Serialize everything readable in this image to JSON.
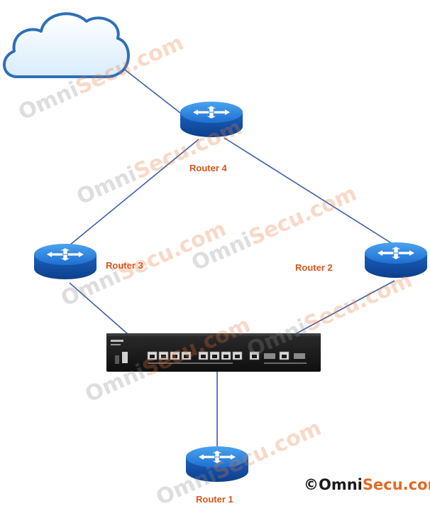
{
  "colors": {
    "label_orange": "#d8561a",
    "link_blue": "#3b5fa8",
    "router_blue": "#1f6fd1",
    "watermark_gray": "#8c8c8c",
    "watermark_orange": "#e8793a"
  },
  "icons": {
    "cloud": "cloud-icon",
    "router": "router-icon",
    "switch": "switch-icon"
  },
  "nodes": {
    "router4": {
      "label": "Router 4"
    },
    "router3": {
      "label": "Router 3"
    },
    "router2": {
      "label": "Router 2"
    },
    "router1": {
      "label": "Router 1"
    }
  },
  "watermark": {
    "part1": "Omni",
    "part2": "Secu.com"
  },
  "copyright": {
    "symbol": "©",
    "part1": "Omni",
    "part2": "Secu.com"
  }
}
